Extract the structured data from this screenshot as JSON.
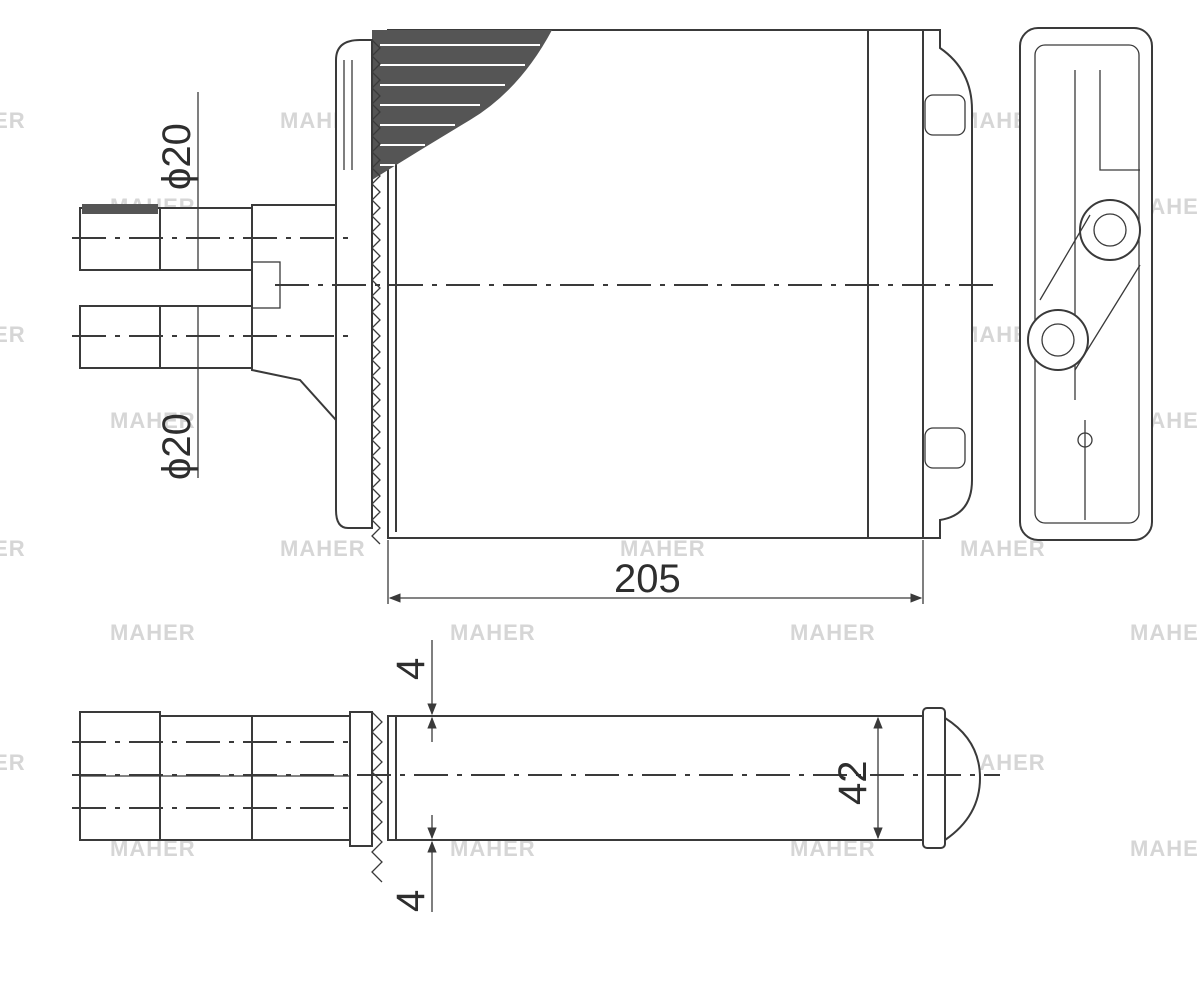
{
  "watermark": {
    "text": "MAHER"
  },
  "dimensions": {
    "inlet_diameter": "ϕ20",
    "outlet_diameter": "ϕ20",
    "core_width": "205",
    "core_depth": "42",
    "tank_offset_top": "4",
    "tank_offset_bottom": "4"
  }
}
